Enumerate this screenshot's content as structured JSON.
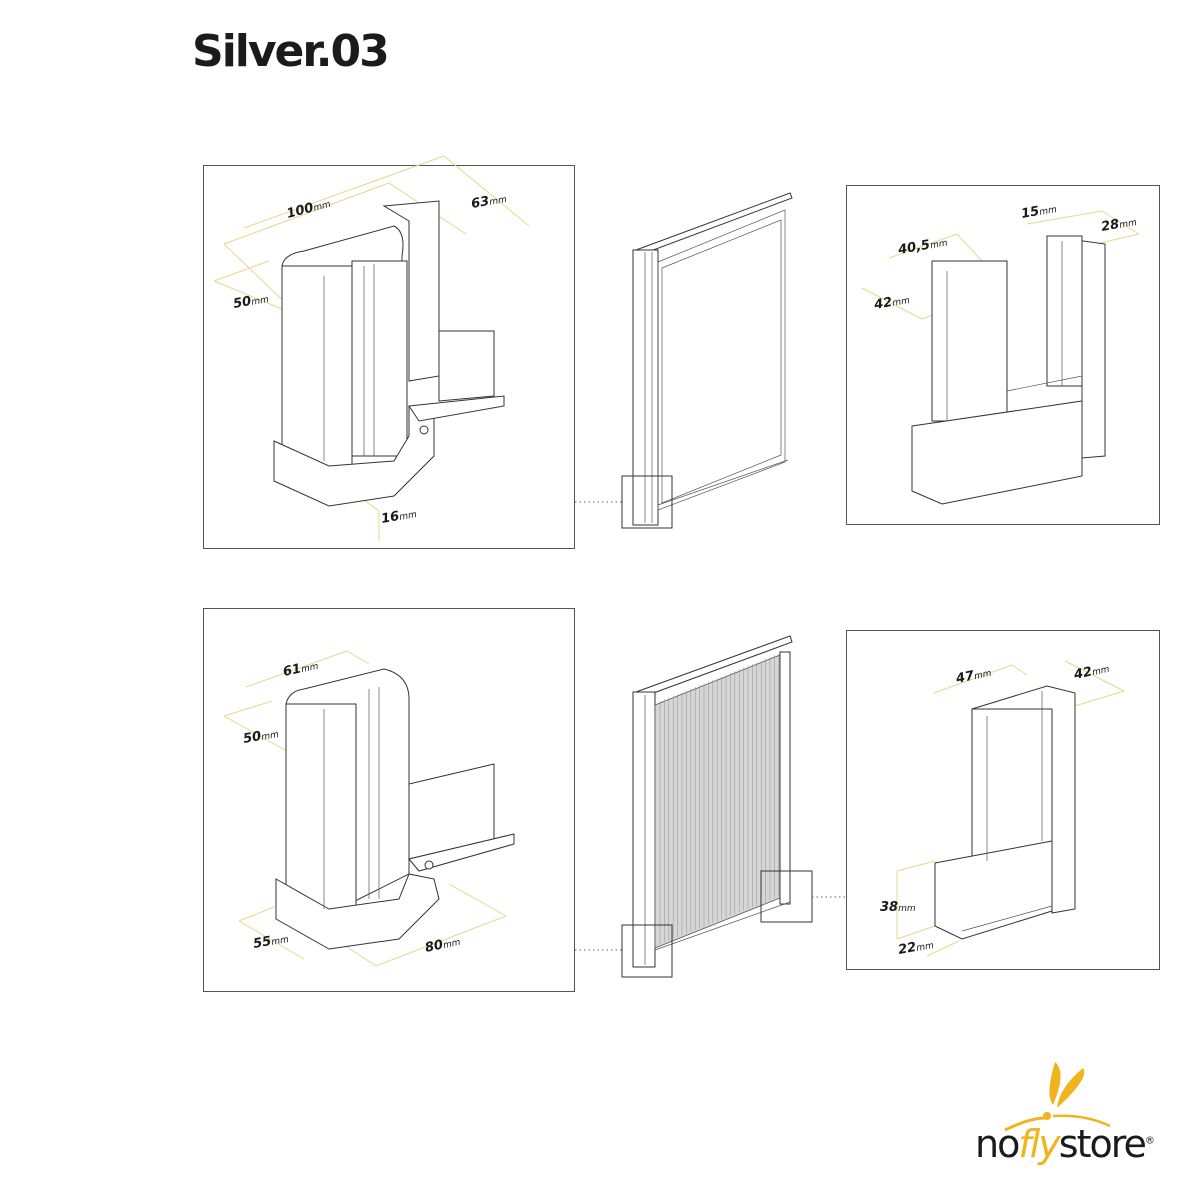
{
  "title": "Silver.03",
  "unit": "mm",
  "colors": {
    "dimension_line": "#e8d78a",
    "logo_accent": "#f0b51d",
    "text": "#1b1b1b"
  },
  "panels": {
    "top_left": {
      "dims": [
        {
          "value": "100",
          "unit": "mm"
        },
        {
          "value": "63",
          "unit": "mm"
        },
        {
          "value": "50",
          "unit": "mm"
        },
        {
          "value": "16",
          "unit": "mm"
        }
      ]
    },
    "top_right": {
      "dims": [
        {
          "value": "15",
          "unit": "mm"
        },
        {
          "value": "28",
          "unit": "mm"
        },
        {
          "value": "40,5",
          "unit": "mm"
        },
        {
          "value": "42",
          "unit": "mm"
        }
      ]
    },
    "bottom_left": {
      "dims": [
        {
          "value": "61",
          "unit": "mm"
        },
        {
          "value": "50",
          "unit": "mm"
        },
        {
          "value": "55",
          "unit": "mm"
        },
        {
          "value": "80",
          "unit": "mm"
        }
      ]
    },
    "bottom_right": {
      "dims": [
        {
          "value": "47",
          "unit": "mm"
        },
        {
          "value": "42",
          "unit": "mm"
        },
        {
          "value": "38",
          "unit": "mm"
        },
        {
          "value": "22",
          "unit": "mm"
        }
      ]
    }
  },
  "doors": {
    "top": {
      "screen": "open frame"
    },
    "bottom": {
      "screen": "pleated mesh"
    }
  },
  "logo": {
    "part1": "no",
    "part2": "fly",
    "part3": "store",
    "mark": "®"
  }
}
